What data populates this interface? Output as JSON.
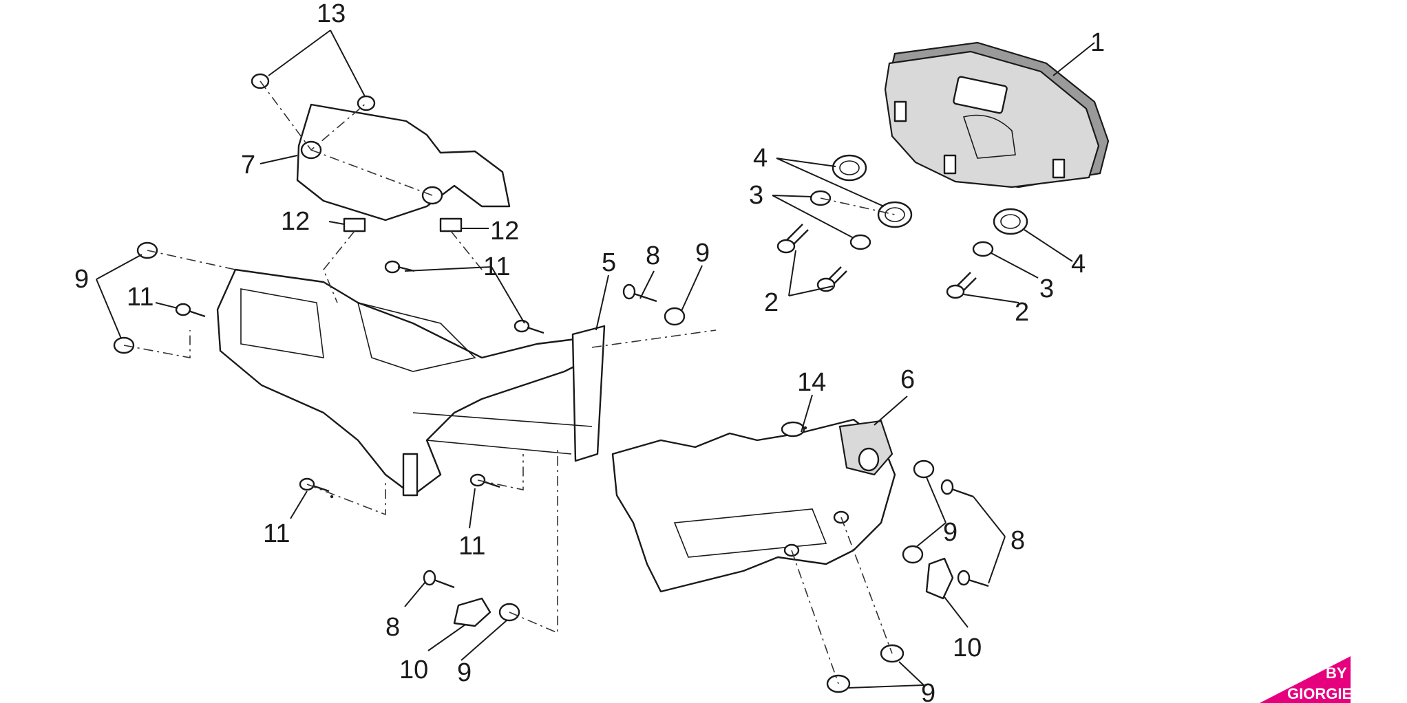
{
  "diagram": {
    "callouts": [
      {
        "id": "c13",
        "text": "13"
      },
      {
        "id": "c1",
        "text": "1"
      },
      {
        "id": "c7",
        "text": "7"
      },
      {
        "id": "c4a",
        "text": "4"
      },
      {
        "id": "c3a",
        "text": "3"
      },
      {
        "id": "c12a",
        "text": "12"
      },
      {
        "id": "c12b",
        "text": "12"
      },
      {
        "id": "c9a",
        "text": "9"
      },
      {
        "id": "c11a",
        "text": "11"
      },
      {
        "id": "c5",
        "text": "5"
      },
      {
        "id": "c8a",
        "text": "8"
      },
      {
        "id": "c9b",
        "text": "9"
      },
      {
        "id": "c11b",
        "text": "11"
      },
      {
        "id": "c2a",
        "text": "2"
      },
      {
        "id": "c4b",
        "text": "4"
      },
      {
        "id": "c3b",
        "text": "3"
      },
      {
        "id": "c2b",
        "text": "2"
      },
      {
        "id": "c14",
        "text": "14"
      },
      {
        "id": "c6",
        "text": "6"
      },
      {
        "id": "c9c",
        "text": "9"
      },
      {
        "id": "c8b",
        "text": "8"
      },
      {
        "id": "c11c",
        "text": "11"
      },
      {
        "id": "c11d",
        "text": "11"
      },
      {
        "id": "c8c",
        "text": "8"
      },
      {
        "id": "c10a",
        "text": "10"
      },
      {
        "id": "c9d",
        "text": "9"
      },
      {
        "id": "c10b",
        "text": "10"
      },
      {
        "id": "c9e",
        "text": "9"
      }
    ]
  },
  "watermark": {
    "line1": "BY",
    "line2": "GIORGIE",
    "color": "#e6007e"
  }
}
